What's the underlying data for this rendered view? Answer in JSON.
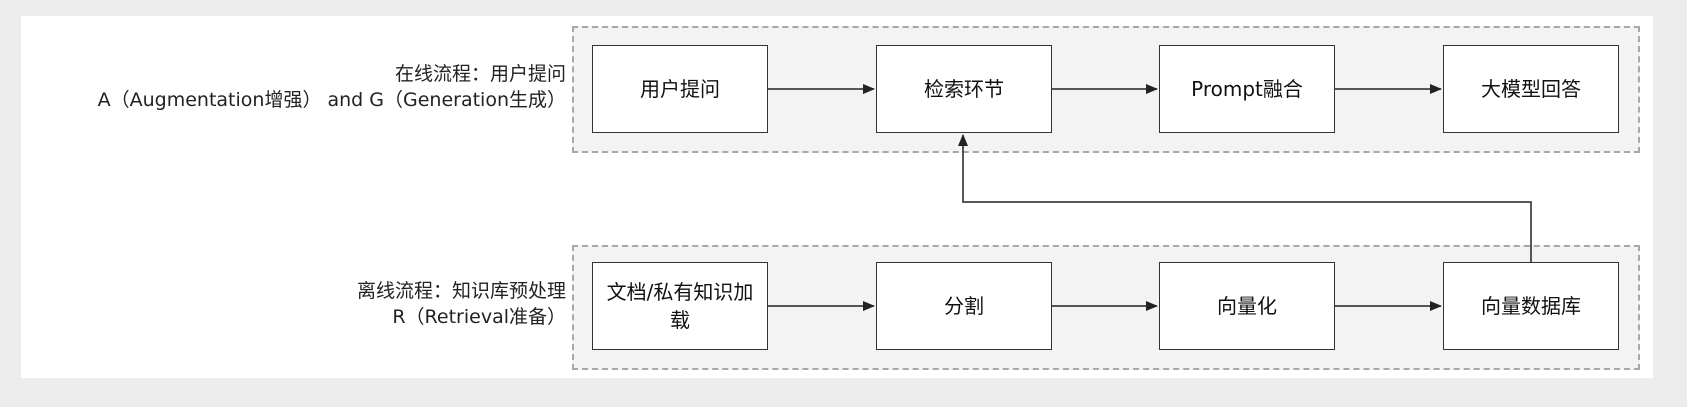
{
  "diagram": {
    "lanes": {
      "online": {
        "label_line1": "在线流程：用户提问",
        "label_line2": "A（Augmentation增强） and G（Generation生成）"
      },
      "offline": {
        "label_line1": "离线流程：知识库预处理",
        "label_line2": "R（Retrieval准备）"
      }
    },
    "nodes": {
      "user_question": "用户提问",
      "retrieval": "检索环节",
      "prompt_fusion": "Prompt融合",
      "llm_answer": "大模型回答",
      "doc_load": "文档/私有知识加载",
      "split": "分割",
      "vectorize": "向量化",
      "vector_db": "向量数据库"
    },
    "edges": [
      {
        "from": "user_question",
        "to": "retrieval"
      },
      {
        "from": "retrieval",
        "to": "prompt_fusion"
      },
      {
        "from": "prompt_fusion",
        "to": "llm_answer"
      },
      {
        "from": "doc_load",
        "to": "split"
      },
      {
        "from": "split",
        "to": "vectorize"
      },
      {
        "from": "vectorize",
        "to": "vector_db"
      },
      {
        "from": "vector_db",
        "to": "retrieval"
      }
    ]
  }
}
